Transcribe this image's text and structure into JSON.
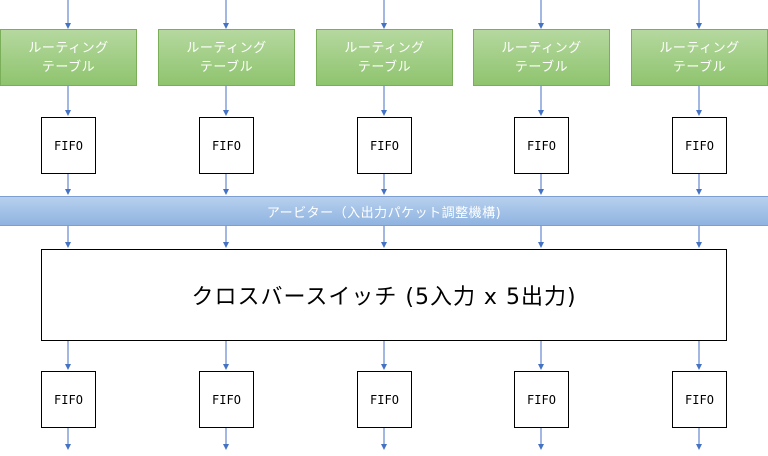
{
  "routing_tables": [
    {
      "line1": "ルーティング",
      "line2": "テーブル"
    },
    {
      "line1": "ルーティング",
      "line2": "テーブル"
    },
    {
      "line1": "ルーティング",
      "line2": "テーブル"
    },
    {
      "line1": "ルーティング",
      "line2": "テーブル"
    },
    {
      "line1": "ルーティング",
      "line2": "テーブル"
    }
  ],
  "input_fifos": [
    "FIFO",
    "FIFO",
    "FIFO",
    "FIFO",
    "FIFO"
  ],
  "arbiter": {
    "label": "アービター（入出力パケット調整機構)"
  },
  "crossbar": {
    "label": "クロスバースイッチ (5入力 x 5出力)"
  },
  "output_fifos": [
    "FIFO",
    "FIFO",
    "FIFO",
    "FIFO",
    "FIFO"
  ],
  "colors": {
    "routing_fill": "#9ccc7e",
    "arbiter_fill": "#a3c2e8",
    "arrow": "#4472c4"
  }
}
